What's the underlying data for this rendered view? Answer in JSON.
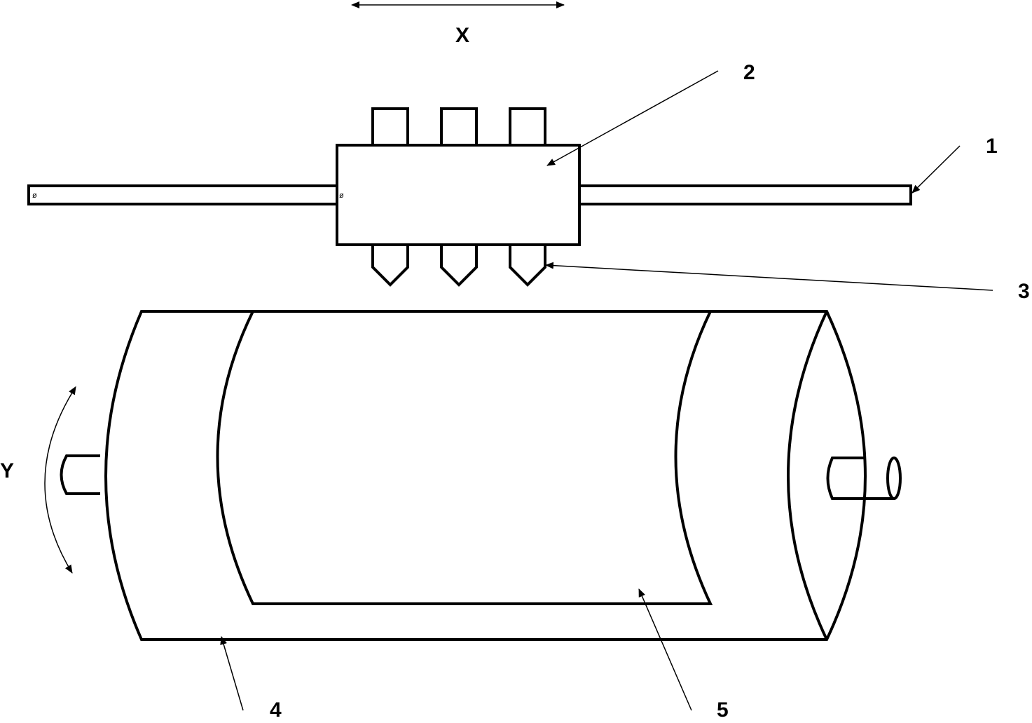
{
  "labels": {
    "x_axis": "X",
    "y_axis": "Y",
    "rail": "1",
    "carriage": "2",
    "heads": "3",
    "drum": "4",
    "sheet": "5"
  },
  "marks": {
    "rail_left_end": "ø",
    "carriage_left": "ø"
  },
  "colors": {
    "line": "#000000",
    "background": "#ffffff"
  }
}
